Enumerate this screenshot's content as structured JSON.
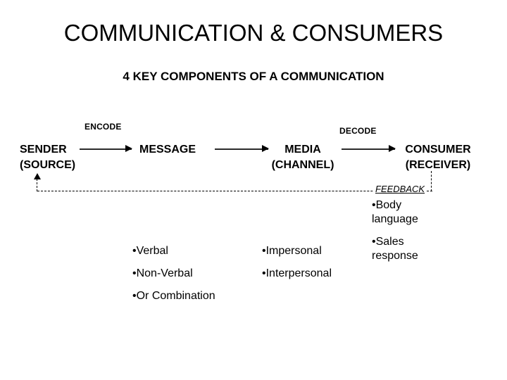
{
  "slide": {
    "title": "COMMUNICATION & CONSUMERS",
    "subtitle": "4 KEY COMPONENTS OF A COMMUNICATION"
  },
  "flow": {
    "stages": [
      {
        "name": "sender",
        "line1": "SENDER",
        "line2": "(SOURCE)"
      },
      {
        "name": "message",
        "line1": "MESSAGE",
        "line2": ""
      },
      {
        "name": "media",
        "line1": "MEDIA",
        "line2": "(CHANNEL)"
      },
      {
        "name": "consumer",
        "line1": "CONSUMER",
        "line2": "(RECEIVER)"
      }
    ],
    "process_labels": {
      "encode": "ENCODE",
      "decode": "DECODE"
    },
    "feedback_label": "FEEDBACK"
  },
  "bullet_columns": [
    {
      "name": "message-types",
      "items": [
        "•Verbal",
        "•Non-Verbal",
        "•Or Combination"
      ]
    },
    {
      "name": "media-types",
      "items": [
        "•Impersonal",
        "•Interpersonal"
      ]
    },
    {
      "name": "feedback-types",
      "items": [
        "•Body\nlanguage",
        "•Sales\nresponse"
      ]
    }
  ],
  "colors": {
    "background": "#ffffff",
    "text": "#000000",
    "arrow": "#2b2b2b"
  }
}
